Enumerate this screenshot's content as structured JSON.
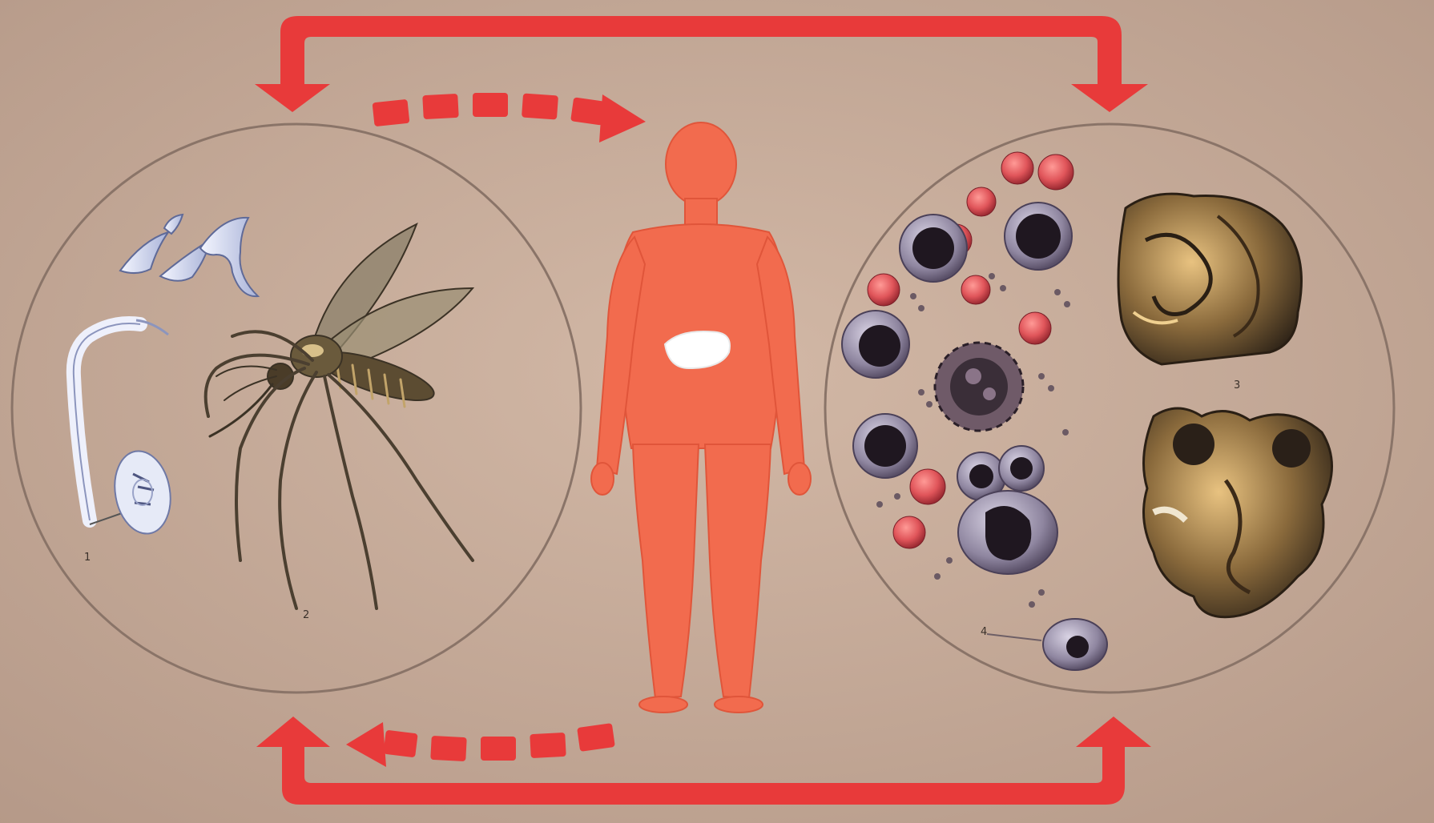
{
  "colors": {
    "background": "#c8ad9c",
    "arrow": "#e83a3a",
    "body": "#f26b4e",
    "circle_stroke": "#8a7468",
    "liver": "#ffffff",
    "red_blood_cell": "#e0555a",
    "leukocyte_nucleus": "#1f1720",
    "leukocyte_cytoplasm": "#9a90a8"
  },
  "icons": {
    "left_circle": [
      "parasite-stages-icon",
      "mosquito-icon"
    ],
    "right_circle": [
      "blood-cells-icon",
      "liver-tissue-icon"
    ],
    "center": "human-body-icon"
  },
  "labels": {
    "left": {
      "n1": "1",
      "n2": "2"
    },
    "right": {
      "n3": "3",
      "n4": "4"
    }
  }
}
